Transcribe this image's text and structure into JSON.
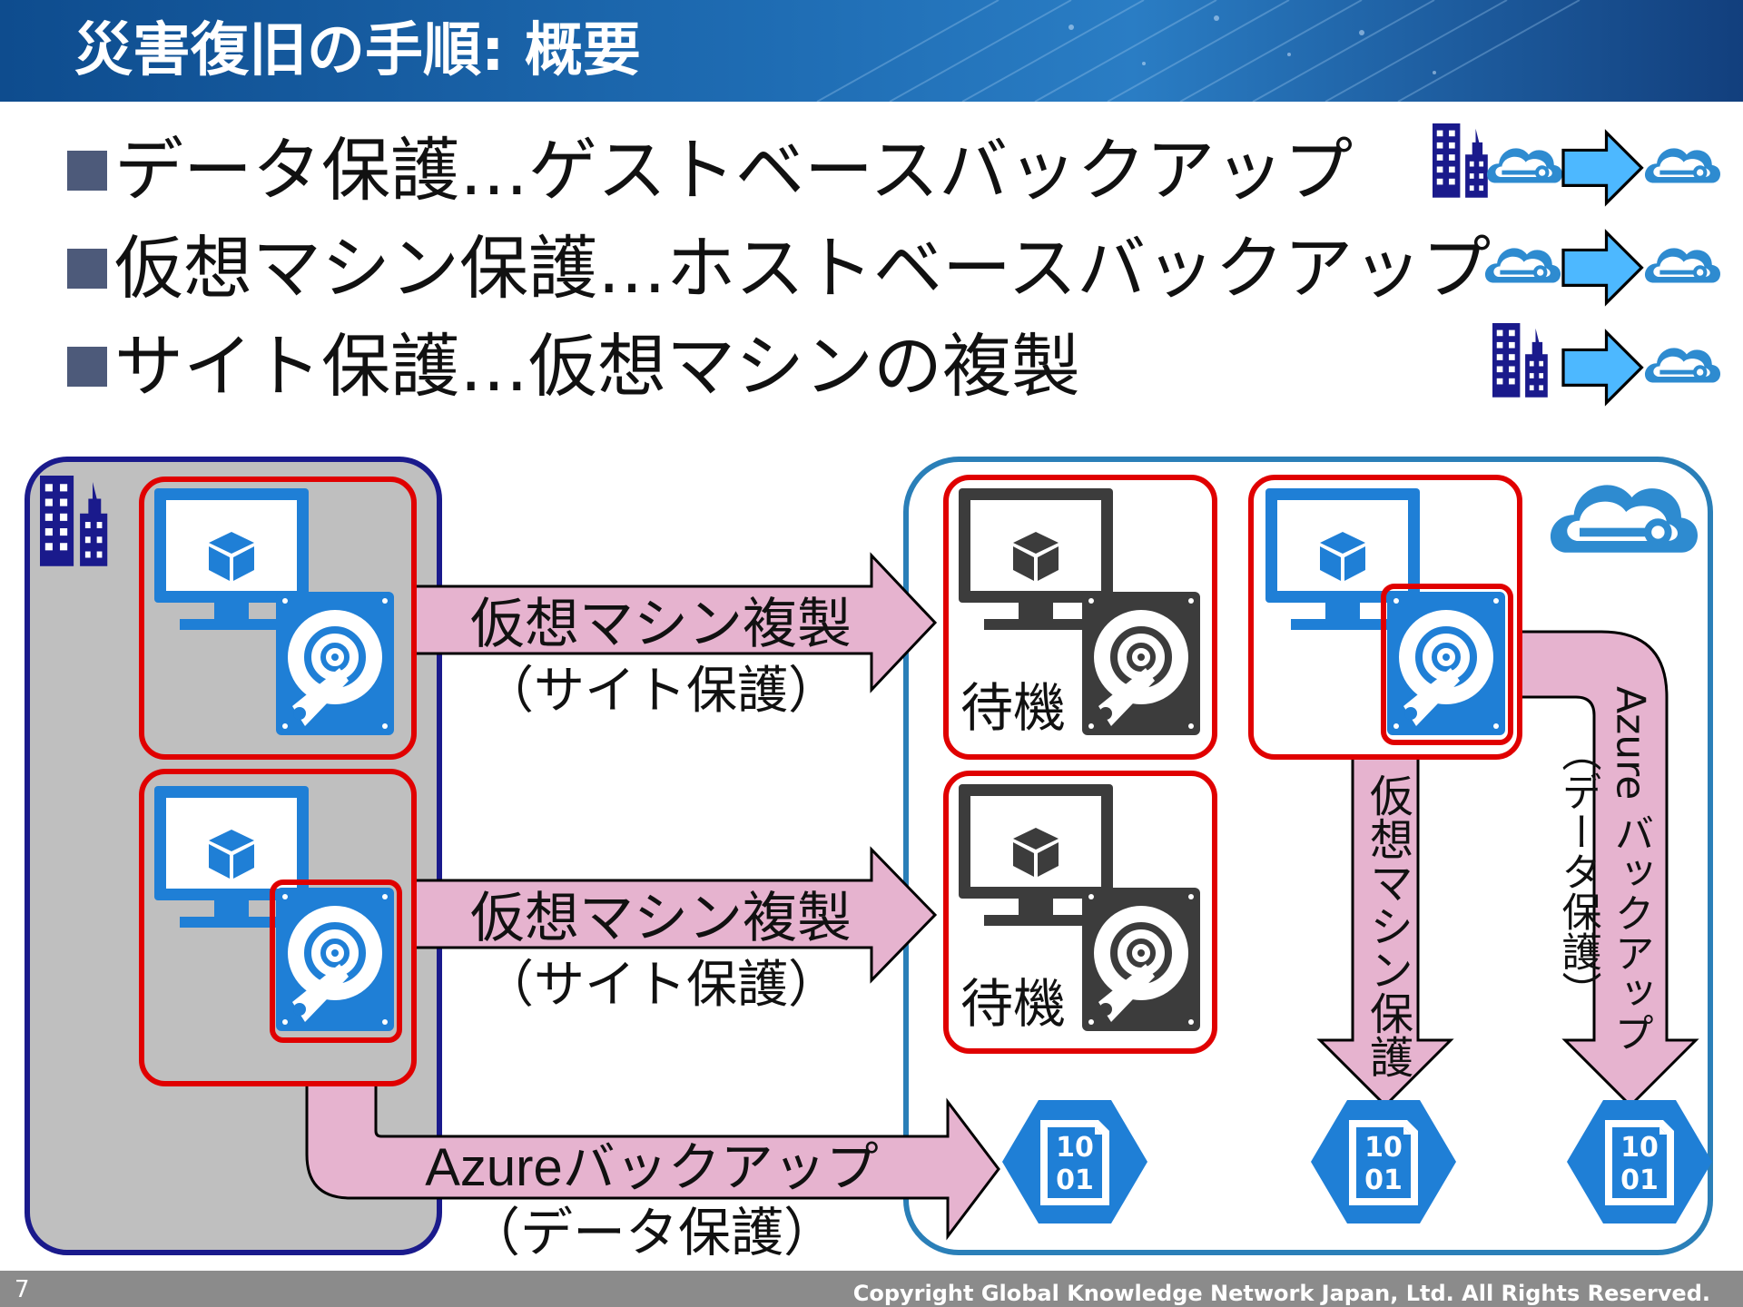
{
  "header": {
    "title": "災害復旧の手順: 概要"
  },
  "bullets": [
    {
      "text": "データ保護…ゲストベースバックアップ"
    },
    {
      "text": "仮想マシン保護…ホストベースバックアップ"
    },
    {
      "text": "サイト保護…仮想マシンの複製"
    }
  ],
  "diagram": {
    "arrow_top": {
      "line1": "仮想マシン複製",
      "line2": "（サイト保護）"
    },
    "arrow_middle": {
      "line1": "仮想マシン複製",
      "line2": "（サイト保護）"
    },
    "arrow_bottom": {
      "line1": "Azureバックアップ",
      "line2": "（データ保護）"
    },
    "standby_1": "待機",
    "standby_2": "待機",
    "vertical_vm_protection": "仮想マシン保護",
    "vertical_azure_backup": "Azure バックアップ",
    "vertical_data_protection": "（データ保護）",
    "vault_label_top": "10",
    "vault_label_bottom": "01"
  },
  "footer": {
    "page_number": "7",
    "copyright": "Copyright Global Knowledge Network Japan, Ltd. All Rights Reserved."
  },
  "colors": {
    "header_blue": "#1f6db4",
    "onprem_border": "#1a1a8c",
    "onprem_fill": "#bfbfbf",
    "azure_border": "#2a7fb8",
    "highlight_red": "#e00000",
    "arrow_fill": "#e6b3cf",
    "azure_blue": "#1f7fd6",
    "standby_gray": "#3c3c3c",
    "building_navy": "#1a1a8c"
  },
  "icons": [
    "building-icon",
    "azure-cloud-icon",
    "right-arrow-icon",
    "monitor-cube-icon",
    "hard-disk-icon",
    "vault-hexagon-icon"
  ]
}
